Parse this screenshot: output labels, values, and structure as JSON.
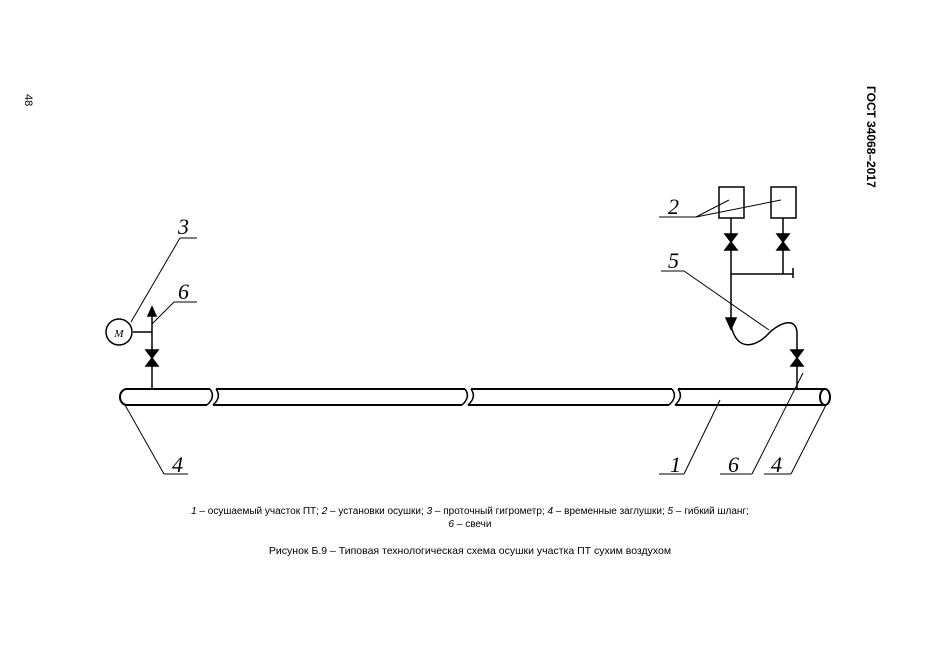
{
  "header": {
    "page_number": "48",
    "standard_code": "ГОСТ 34068–2017"
  },
  "diagram": {
    "callouts": {
      "c1": "1",
      "c2": "2",
      "c3": "3",
      "c4_left": "4",
      "c4_right": "4",
      "c5": "5",
      "c6_left": "6",
      "c6_right": "6"
    },
    "hygrometer_symbol": "M"
  },
  "legend": [
    {
      "num": "1",
      "text": " – осушаемый участок ПТ; "
    },
    {
      "num": "2",
      "text": " – установки осушки; "
    },
    {
      "num": "3",
      "text": " – проточный гигрометр; "
    },
    {
      "num": "4",
      "text": " – временные заглушки; "
    },
    {
      "num": "5",
      "text": " – гибкий шланг;"
    },
    {
      "num": "6",
      "text": " – свечи"
    }
  ],
  "caption": "Рисунок Б.9 – Типовая технологическая схема осушки участка ПТ сухим воздухом"
}
